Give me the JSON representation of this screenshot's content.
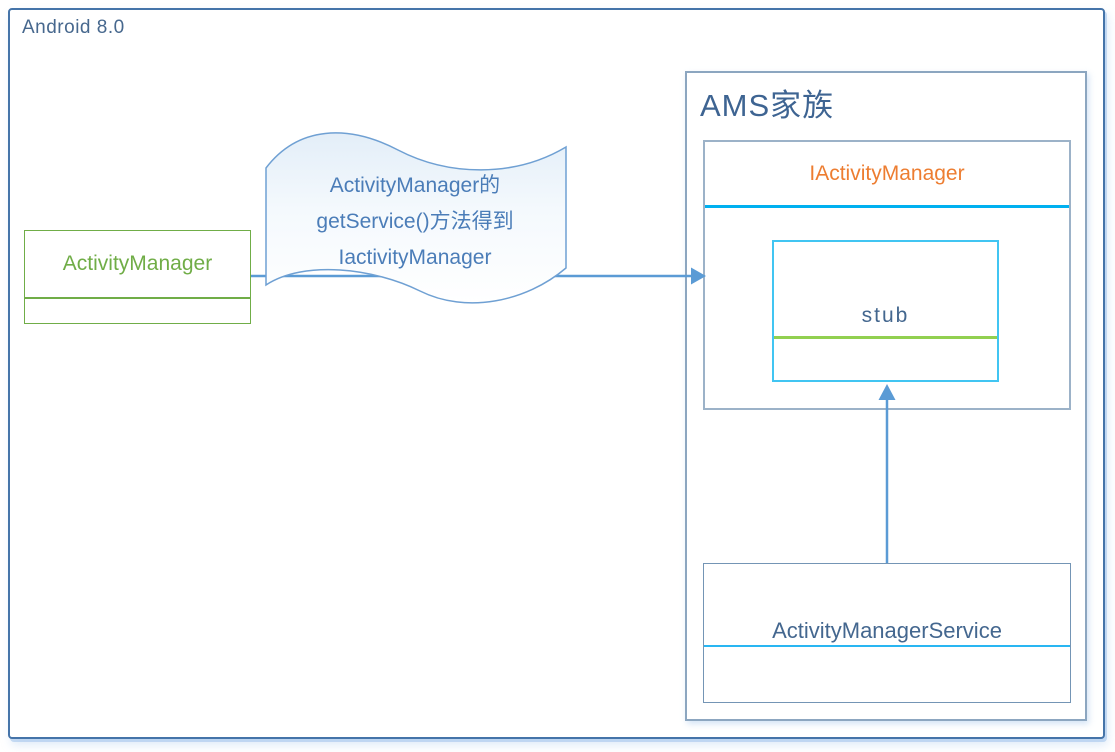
{
  "frame": {
    "title": "Android 8.0"
  },
  "nodes": {
    "activity_manager": {
      "label": "ActivityManager"
    },
    "ams_family": {
      "title": "AMS家族"
    },
    "iactivity_manager": {
      "label": "IActivityManager"
    },
    "stub": {
      "label": "stub"
    },
    "activity_manager_service": {
      "label": "ActivityManagerService"
    }
  },
  "annotation": {
    "lines": [
      "ActivityManager的",
      "getService()方法得到",
      "IactivityManager"
    ]
  },
  "edges": [
    {
      "from": "activity_manager",
      "to": "iactivity_manager",
      "type": "arrow-right"
    },
    {
      "from": "activity_manager_service",
      "to": "stub",
      "type": "arrow-up"
    }
  ],
  "colors": {
    "frame_border": "#4574a9",
    "heading_text": "#44678f",
    "green_node": "#70ad47",
    "orange_text": "#ed7d31",
    "cyan_divider": "#00b0f0",
    "green_divider": "#92d050",
    "stub_border": "#41c5f2",
    "connector_blue": "#5b9bd5",
    "annotation_text": "#4b7db8"
  }
}
